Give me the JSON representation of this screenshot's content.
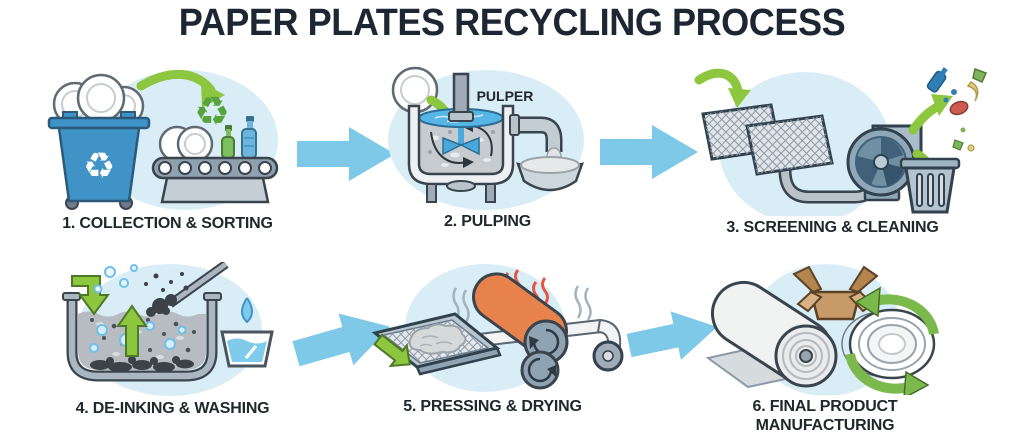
{
  "title": "PAPER PLATES RECYCLING PROCESS",
  "annotations": {
    "pulper_label": "PULPER"
  },
  "icons": {
    "recycle_symbol_glyph": "♻"
  },
  "steps": [
    {
      "id": 1,
      "label": "1. COLLECTION & SORTING",
      "icons": [
        "recycling-bin",
        "paper-plates-stack",
        "green-arrow",
        "recycle-symbol",
        "conveyor-belt",
        "plastic-bottles"
      ]
    },
    {
      "id": 2,
      "label": "2. PULPING",
      "icons": [
        "paper-plate",
        "green-arrow",
        "pulper-tank",
        "water-surface",
        "agitator",
        "outlet-pipe",
        "pulp-bowl"
      ]
    },
    {
      "id": 3,
      "label": "3. SCREENING & CLEANING",
      "icons": [
        "green-arrow",
        "mesh-screens",
        "reject-pipe",
        "centrifugal-cleaner",
        "contaminants",
        "trash-can"
      ]
    },
    {
      "id": 4,
      "label": "4. DE-INKING & WASHING",
      "icons": [
        "green-arrow",
        "washing-tank",
        "ink-bubbles",
        "ink-skimmer",
        "clean-water-cup",
        "water-droplet"
      ]
    },
    {
      "id": 5,
      "label": "5. PRESSING & DRYING",
      "icons": [
        "green-arrow",
        "mesh-tray",
        "pulp-sheet",
        "paper-web",
        "heated-roller",
        "press-roller",
        "steam",
        "heat-waves"
      ]
    },
    {
      "id": 6,
      "label": "6. FINAL PRODUCT MANUFACTURING",
      "icons": [
        "paper-roll",
        "paper-sheet",
        "cardboard-box",
        "paper-plates",
        "recycling-loop-arrows"
      ]
    }
  ],
  "colors": {
    "title_text": "#1d2733",
    "label_text": "#22272c",
    "step_circle_bg": "#d9edf6",
    "flow_arrow_blue": "#7fc9e8",
    "accent_green": "#8dc63f",
    "accent_green_dark": "#4e7a28",
    "bin_blue": "#3f93c7",
    "water_blue": "#6ec4ea",
    "steel_grey": "#9fb0bd",
    "outline_dark": "#36424c",
    "hot_roller_orange": "#e8824d",
    "heat_red": "#df5a48",
    "cardboard_brown": "#c79a67"
  }
}
